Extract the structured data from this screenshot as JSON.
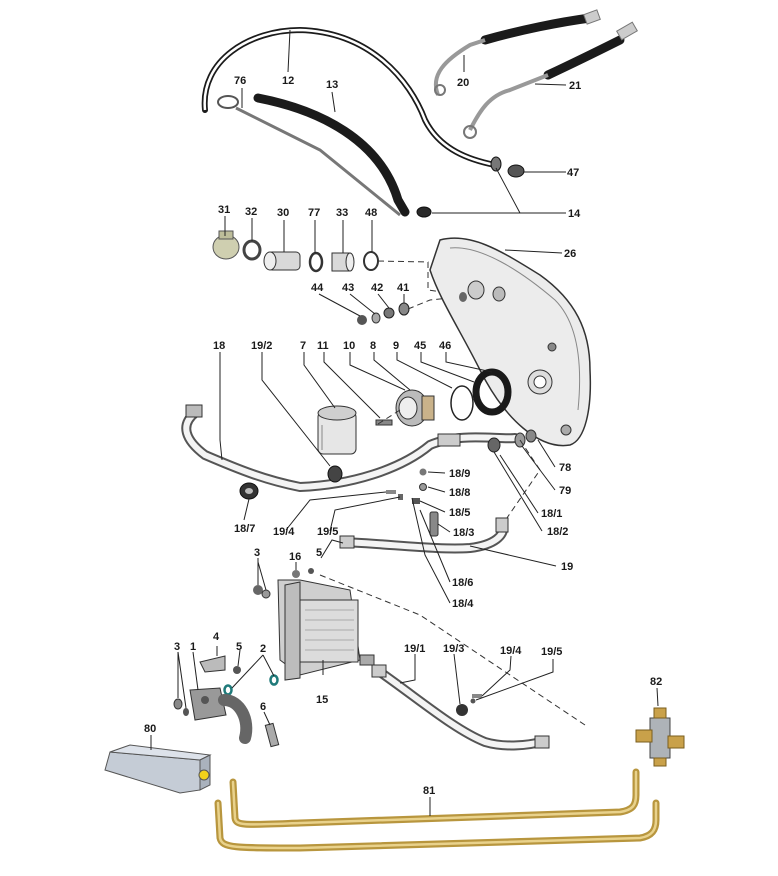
{
  "diagram": {
    "labels": {
      "p12": "12",
      "p13": "13",
      "p76": "76",
      "p20": "20",
      "p21": "21",
      "p47": "47",
      "p14": "14",
      "p31": "31",
      "p32": "32",
      "p30": "30",
      "p77": "77",
      "p33": "33",
      "p48": "48",
      "p26": "26",
      "p44": "44",
      "p43": "43",
      "p42": "42",
      "p41": "41",
      "p18": "18",
      "p19_2": "19/2",
      "p7": "7",
      "p11": "11",
      "p10": "10",
      "p8": "8",
      "p9": "9",
      "p45": "45",
      "p46": "46",
      "p78": "78",
      "p79": "79",
      "p18_9": "18/9",
      "p18_8": "18/8",
      "p18_5": "18/5",
      "p18_3": "18/3",
      "p18_1": "18/1",
      "p18_2": "18/2",
      "p18_7": "18/7",
      "p19_4a": "19/4",
      "p19_5a": "19/5",
      "p19": "19",
      "p18_6": "18/6",
      "p18_4": "18/4",
      "p3a": "3",
      "p16": "16",
      "p5a": "5",
      "p15": "15",
      "p4": "4",
      "p5b": "5",
      "p2": "2",
      "p3b": "3",
      "p1": "1",
      "p6": "6",
      "p19_1": "19/1",
      "p19_3": "19/3",
      "p19_4b": "19/4",
      "p19_5b": "19/5",
      "p82": "82",
      "p80": "80",
      "p81": "81"
    },
    "colors": {
      "line": "#222222",
      "hose": "#1b1b1b",
      "metal": "#d9d9d9",
      "brass": "#b8963e",
      "accent_yellow": "#f2d21b",
      "oring_teal": "#1f7a7a"
    }
  }
}
